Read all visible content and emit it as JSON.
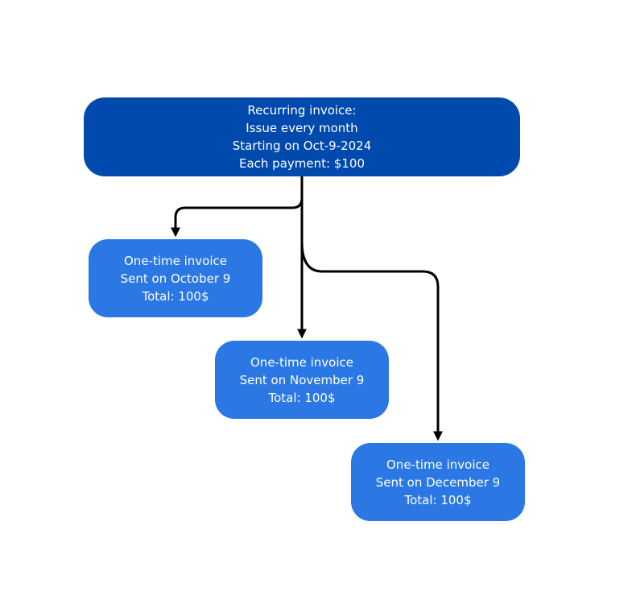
{
  "colors": {
    "background": "#ffffff",
    "parent_fill": "#004aad",
    "child_fill": "#2b78e4",
    "connector": "#000000",
    "text": "#ffffff"
  },
  "parent": {
    "lines": [
      "Recurring invoice:",
      "Issue every month",
      "Starting on Oct-9-2024",
      "Each payment: $100"
    ]
  },
  "children": [
    {
      "lines": [
        "One-time invoice",
        "Sent on October 9",
        "Total: 100$"
      ]
    },
    {
      "lines": [
        "One-time invoice",
        "Sent on November 9",
        "Total: 100$"
      ]
    },
    {
      "lines": [
        "One-time invoice",
        "Sent on December 9",
        "Total: 100$"
      ]
    }
  ]
}
